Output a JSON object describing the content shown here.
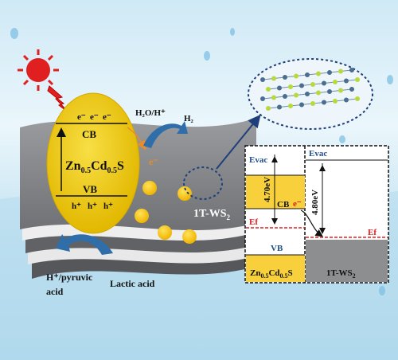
{
  "sun": {
    "icon": "sun-icon",
    "ray_icon": "lightning-icon",
    "color": "#e02020"
  },
  "particle": {
    "cb_electrons": [
      "e⁻",
      "e⁻",
      "e⁻"
    ],
    "cb_label": "CB",
    "formula_prefix": "Zn",
    "formula_sub1": "0.5",
    "formula_mid": "Cd",
    "formula_sub2": "0.5",
    "formula_suffix": "S",
    "vb_label": "VB",
    "vb_holes": [
      "h⁺",
      "h⁺",
      "h⁺"
    ],
    "color": "#f3d21b"
  },
  "transfer_electron": "e⁻",
  "reactions": {
    "reduction_reactant": "H₂O/H⁺",
    "reduction_product": "H₂",
    "oxidation_reactant": "Lactic acid",
    "oxidation_product_line1": "H⁺/pyruvic",
    "oxidation_product_line2": "acid"
  },
  "sheet": {
    "label_main": "1T-WS",
    "label_sub": "2",
    "color": "#7d7f82"
  },
  "band_diagram": {
    "left_evac": "Evac",
    "right_evac": "Evac",
    "left_gap": "4.70eV",
    "right_gap": "4.80eV",
    "cb": "CB",
    "electron": "e⁻",
    "left_ef": "Ef",
    "right_ef": "Ef",
    "vb": "VB",
    "left_material_prefix": "Zn",
    "left_material_sub1": "0.5",
    "left_material_mid": "Cd",
    "left_material_sub2": "0.5",
    "left_material_suffix": "S",
    "right_material_main": "1T-WS",
    "right_material_sub": "2"
  },
  "colors": {
    "arrow_blue": "#2f6ea8",
    "arrow_orange": "#e98c2a",
    "fermi_red": "#e02020",
    "evac_blue": "#1f4f8f"
  }
}
